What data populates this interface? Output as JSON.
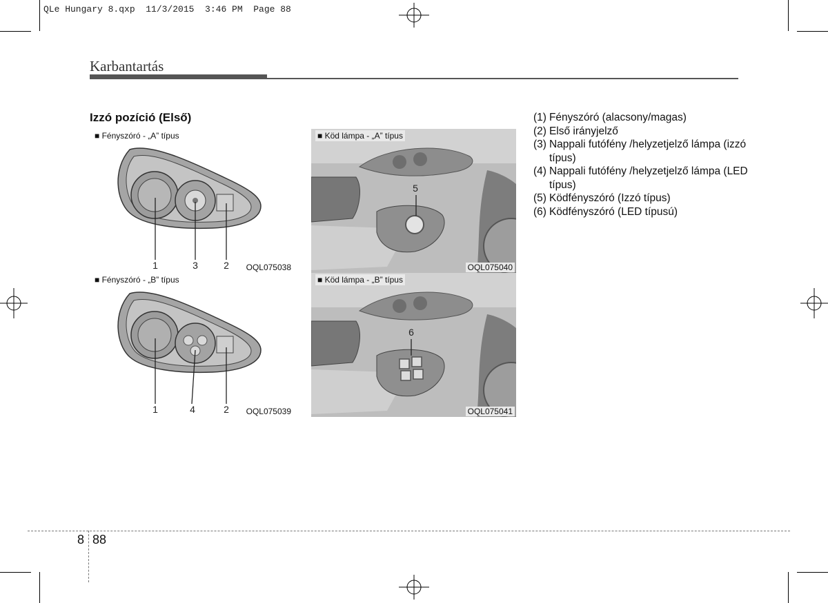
{
  "slug": "QLe Hungary 8.qxp  11/3/2015  3:46 PM  Page 88",
  "section_title": "Karbantartás",
  "heading": "Izzó pozíció (Első)",
  "panels": [
    {
      "label": "■ Fényszóró - „A” típus",
      "code": "OQL075038",
      "callouts": [
        "1",
        "3",
        "2"
      ]
    },
    {
      "label": "■ Köd lámpa - „A” típus",
      "code": "OQL075040",
      "callouts": [
        "5"
      ]
    },
    {
      "label": "■ Fényszóró - „B” típus",
      "code": "OQL075039",
      "callouts": [
        "1",
        "4",
        "2"
      ]
    },
    {
      "label": "■ Köd lámpa - „B” típus",
      "code": "OQL075041",
      "callouts": [
        "6"
      ]
    }
  ],
  "legend": [
    {
      "num": "(1)",
      "text": "Fényszóró (alacsony/magas)"
    },
    {
      "num": "(2)",
      "text": "Első irányjelző"
    },
    {
      "num": "(3)",
      "text": "Nappali futófény /helyzetjelző lámpa (izzó típus)"
    },
    {
      "num": "(4)",
      "text": "Nappali futófény /helyzetjelző lámpa (LED típus)"
    },
    {
      "num": "(5)",
      "text": "Ködfényszóró (Izzó típus)"
    },
    {
      "num": "(6)",
      "text": "Ködfényszóró (LED típusú)"
    }
  ],
  "footer": {
    "chapter": "8",
    "page": "88"
  }
}
